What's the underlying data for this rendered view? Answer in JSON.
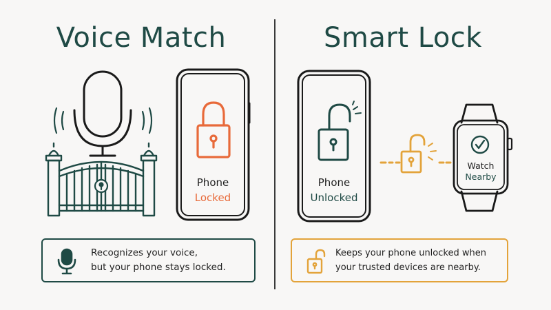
{
  "left_panel": {
    "title": "Voice Match",
    "phone_label": "Phone",
    "phone_status": "Locked",
    "caption_line1": "Recognizes your voice,",
    "caption_line2": "but your phone stays locked.",
    "icons": [
      "microphone-icon",
      "sound-wave-icon",
      "gate-icon",
      "lock-closed-icon"
    ]
  },
  "right_panel": {
    "title": "Smart Lock",
    "phone_label": "Phone",
    "phone_status": "Unlocked",
    "watch_label": "Watch",
    "watch_status": "Nearby",
    "caption_line1": "Keeps your phone unlocked when",
    "caption_line2": "your trusted devices are nearby.",
    "icons": [
      "lock-open-icon",
      "smartwatch-icon",
      "checkmark-icon"
    ]
  },
  "colors": {
    "dark_teal": "#1f4a45",
    "orange": "#e86a3a",
    "amber": "#e3a33a",
    "ink": "#222222"
  }
}
